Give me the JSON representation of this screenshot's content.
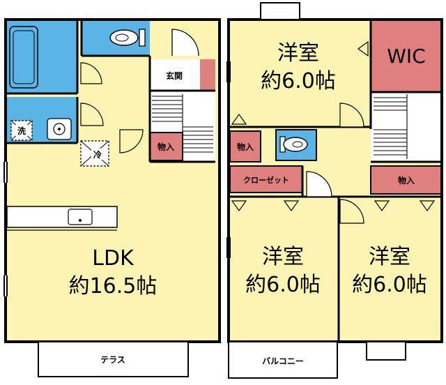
{
  "floor_plan": {
    "rooms": {
      "ldk_name": "LDK",
      "ldk_size": "約16.5帖",
      "bed_top_name": "洋室",
      "bed_top_size": "約6.0帖",
      "bed_left_name": "洋室",
      "bed_left_size": "約6.0帖",
      "bed_right_name": "洋室",
      "bed_right_size": "約6.0帖",
      "wic": "WIC"
    },
    "labels": {
      "genkan": "玄関",
      "storage_1f": "物入",
      "storage_2f_left": "物入",
      "storage_2f_right": "物入",
      "closet": "クローゼット",
      "terrace": "テラス",
      "balcony": "バルコニー",
      "washer": "洗",
      "fridge": "冷"
    },
    "colors": {
      "room": "#fbf4b2",
      "wet": "#5ab4e5",
      "storage": "#e0807e",
      "floor": "#ffffff",
      "wall": "#000000"
    }
  }
}
